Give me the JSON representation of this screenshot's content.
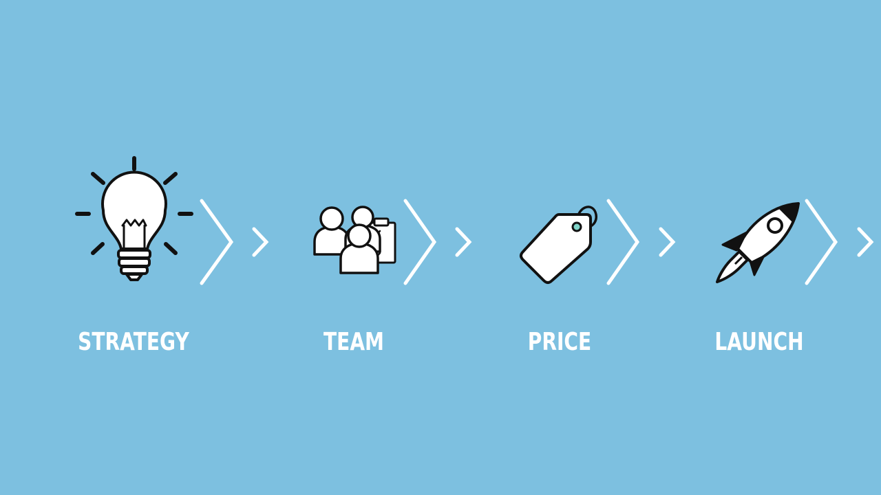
{
  "diagram": {
    "steps": [
      {
        "label": "STRATEGY",
        "icon": "lightbulb-icon"
      },
      {
        "label": "TEAM",
        "icon": "team-icon"
      },
      {
        "label": "PRICE",
        "icon": "price-tag-icon"
      },
      {
        "label": "LAUNCH",
        "icon": "rocket-icon"
      }
    ],
    "connector_icon": "chevron-right-icon",
    "colors": {
      "background": "#7dc0e0",
      "label_text": "#ffffff",
      "icon_stroke": "#111111",
      "icon_fill": "#ffffff",
      "chevron": "#ffffff",
      "tag_hole": "#7fd3c8"
    }
  }
}
